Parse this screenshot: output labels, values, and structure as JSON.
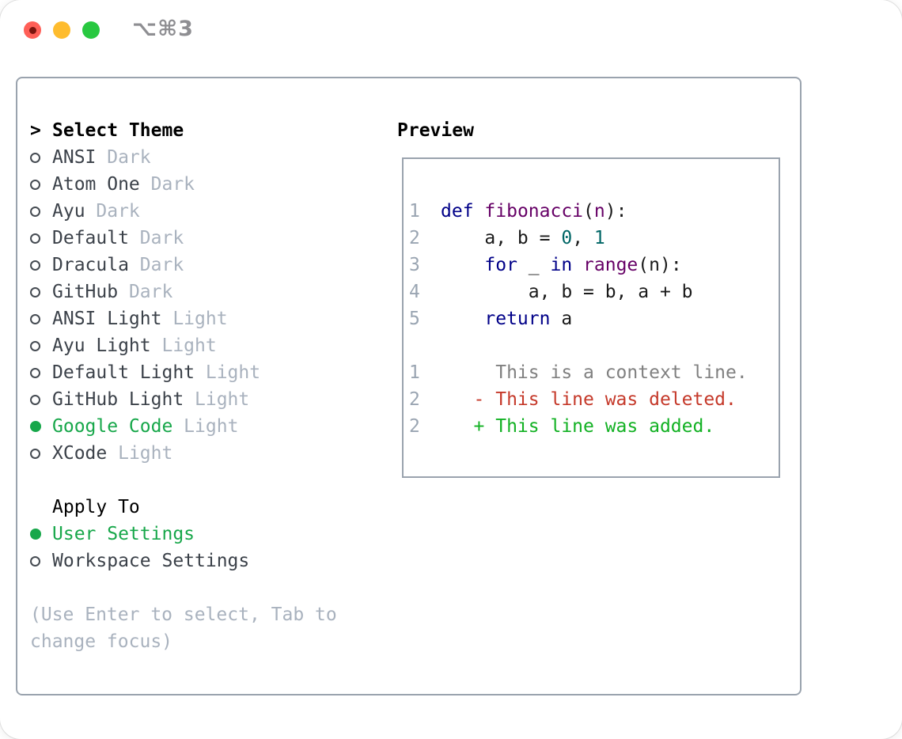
{
  "window": {
    "title": "⌥⌘3"
  },
  "colors": {
    "accent_green": "#17a74a",
    "keyword": "#000088",
    "function": "#660066",
    "number_literal": "#006666",
    "plain": "#1a1a1a",
    "line_number": "#9aa5b2",
    "muted": "#a9b2be",
    "name": "#3b4149",
    "context": "#808080",
    "deleted": "#c5392a",
    "added": "#12b123",
    "panel_border": "#9aa3ae",
    "title_gray": "#8e8e92",
    "tl_red": "#ff5f57",
    "tl_yellow": "#febc2e",
    "tl_green": "#28c840"
  },
  "theme_selector": {
    "header": {
      "prefix": ">",
      "label": "Select Theme"
    },
    "themes": [
      {
        "name": "ANSI",
        "variant": "Dark",
        "selected": false
      },
      {
        "name": "Atom One",
        "variant": "Dark",
        "selected": false
      },
      {
        "name": "Ayu",
        "variant": "Dark",
        "selected": false
      },
      {
        "name": "Default",
        "variant": "Dark",
        "selected": false
      },
      {
        "name": "Dracula",
        "variant": "Dark",
        "selected": false
      },
      {
        "name": "GitHub",
        "variant": "Dark",
        "selected": false
      },
      {
        "name": "ANSI Light",
        "variant": "Light",
        "selected": false
      },
      {
        "name": "Ayu Light",
        "variant": "Light",
        "selected": false
      },
      {
        "name": "Default Light",
        "variant": "Light",
        "selected": false
      },
      {
        "name": "GitHub Light",
        "variant": "Light",
        "selected": false
      },
      {
        "name": "Google Code",
        "variant": "Light",
        "selected": true
      },
      {
        "name": "XCode",
        "variant": "Light",
        "selected": false
      }
    ],
    "apply_to": {
      "label": "Apply To",
      "options": [
        {
          "name": "User Settings",
          "selected": true
        },
        {
          "name": "Workspace Settings",
          "selected": false
        }
      ]
    },
    "help_lines": [
      "(Use Enter to select, Tab to",
      "change focus)"
    ]
  },
  "preview": {
    "label": "Preview",
    "code_lines": [
      {
        "num": "1",
        "tokens": [
          {
            "t": "def",
            "c": "kw"
          },
          {
            "t": " ",
            "c": "pl"
          },
          {
            "t": "fibonacci",
            "c": "fn"
          },
          {
            "t": "(",
            "c": "pl"
          },
          {
            "t": "n",
            "c": "fn"
          },
          {
            "t": "):",
            "c": "pl"
          }
        ]
      },
      {
        "num": "2",
        "tokens": [
          {
            "t": "    a, b = ",
            "c": "pl"
          },
          {
            "t": "0",
            "c": "num"
          },
          {
            "t": ", ",
            "c": "pl"
          },
          {
            "t": "1",
            "c": "num"
          }
        ]
      },
      {
        "num": "3",
        "tokens": [
          {
            "t": "    ",
            "c": "pl"
          },
          {
            "t": "for",
            "c": "kw"
          },
          {
            "t": " _ ",
            "c": "pl"
          },
          {
            "t": "in",
            "c": "kw"
          },
          {
            "t": " ",
            "c": "pl"
          },
          {
            "t": "range",
            "c": "fn"
          },
          {
            "t": "(n):",
            "c": "pl"
          }
        ]
      },
      {
        "num": "4",
        "tokens": [
          {
            "t": "        a, b = b, a + b",
            "c": "pl"
          }
        ]
      },
      {
        "num": "5",
        "tokens": [
          {
            "t": "    ",
            "c": "pl"
          },
          {
            "t": "return",
            "c": "kw"
          },
          {
            "t": " a",
            "c": "pl"
          }
        ]
      }
    ],
    "diff_lines": [
      {
        "num": "1",
        "type": "context",
        "text": "     This is a context line."
      },
      {
        "num": "2",
        "type": "deleted",
        "text": "   - This line was deleted."
      },
      {
        "num": "2",
        "type": "added",
        "text": "   + This line was added."
      }
    ]
  }
}
